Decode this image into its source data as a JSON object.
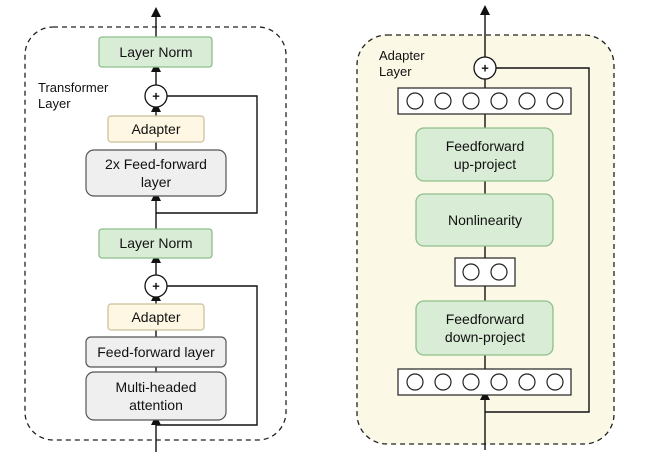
{
  "transformer": {
    "caption_line1": "Transformer",
    "caption_line2": "Layer",
    "layer_norm_top": "Layer Norm",
    "adapter_top": "Adapter",
    "ffn_top_line1": "2x Feed-forward",
    "ffn_top_line2": "layer",
    "layer_norm_mid": "Layer Norm",
    "adapter_bottom": "Adapter",
    "ffn_bottom": "Feed-forward layer",
    "mha_line1": "Multi-headed",
    "mha_line2": "attention",
    "plus_symbol": "+"
  },
  "adapter": {
    "caption_line1": "Adapter",
    "caption_line2": "Layer",
    "up_line1": "Feedforward",
    "up_line2": "up-project",
    "nonlinearity": "Nonlinearity",
    "down_line1": "Feedforward",
    "down_line2": "down-project",
    "plus_symbol": "+"
  },
  "colors": {
    "green_fill": "#d9ecd6",
    "green_stroke": "#8fbf8a",
    "cream_fill": "#fdf7e3",
    "gray_fill": "#efefef",
    "panel_fill": "#fcf8e6"
  }
}
